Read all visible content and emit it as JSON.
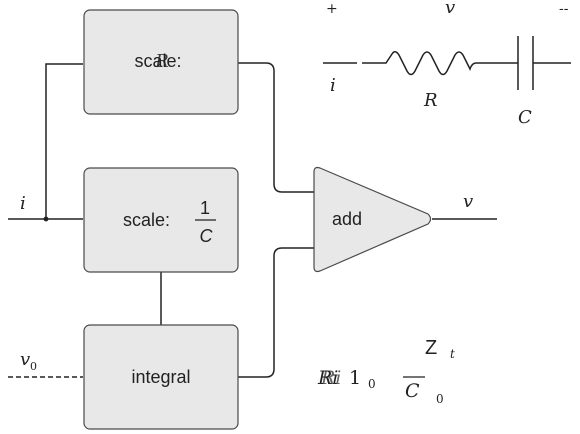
{
  "blocks": {
    "scale_top": "scale:",
    "scale_top_overlap": "R",
    "scale_mid": "scale:",
    "frac_num": "1",
    "frac_den": "C",
    "integral": "integral",
    "add": "add"
  },
  "signals": {
    "input_i": "i",
    "init_v": "v",
    "init_sub": "0",
    "output_v": "v"
  },
  "circuit": {
    "plus": "+",
    "v": "v",
    "minus": "--",
    "i": "i",
    "R": "R",
    "C": "C"
  },
  "formula": {
    "main": "Ri",
    "one": "1",
    "sub0a": "0",
    "Z": "Z",
    "t": "t",
    "C": "C",
    "sub0b": "0"
  }
}
